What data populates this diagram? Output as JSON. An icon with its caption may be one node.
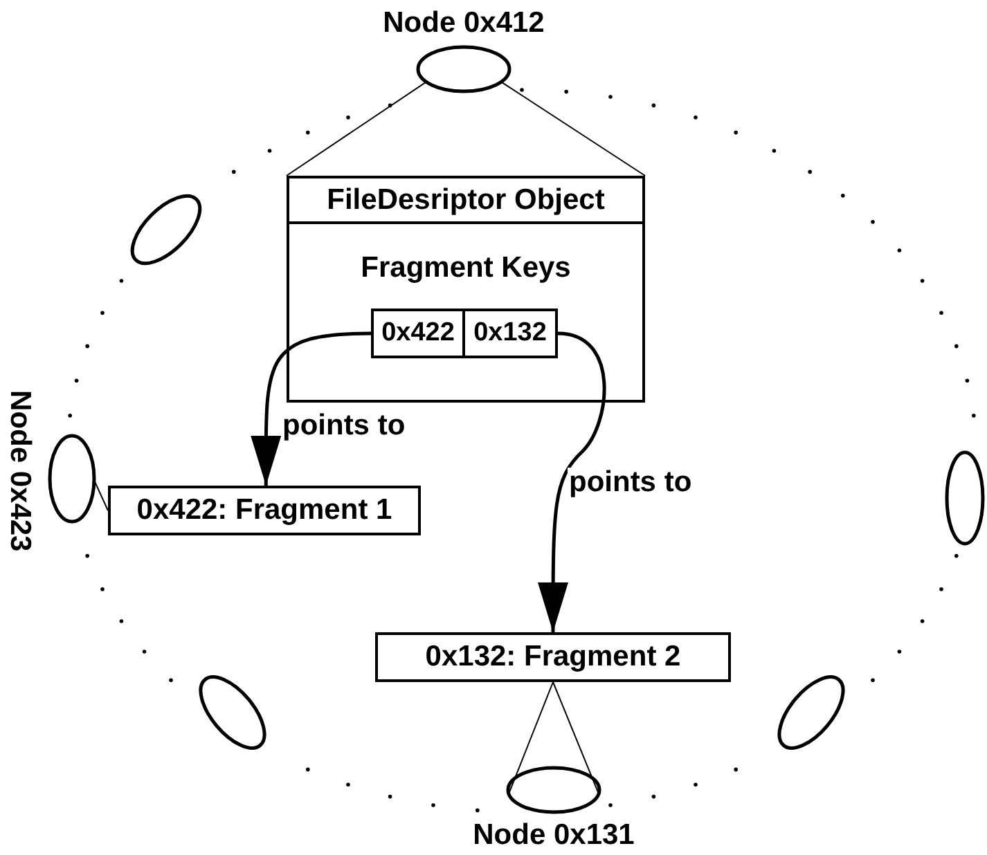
{
  "diagram": {
    "nodes": [
      {
        "text": [
          "FileDesriptor Object",
          "Fragment Keys"
        ]
      },
      {
        "text": [
          "0x422"
        ],
        "in": 0
      },
      {
        "text": [
          "0x132"
        ],
        "in": 0
      },
      {
        "text": [
          "0x422: Fragment 1"
        ]
      },
      {
        "text": [
          "0x132: Fragment 2"
        ]
      },
      {
        "text": [
          "Node 0x412"
        ]
      },
      {
        "text": [
          "Node 0x423"
        ]
      },
      {
        "text": [
          "Node 0x131"
        ]
      },
      {
        "text": [],
        "shape": "ellipse"
      },
      {
        "text": [],
        "shape": "ellipse"
      },
      {
        "text": [],
        "shape": "ellipse"
      },
      {
        "text": [],
        "shape": "ellipse"
      }
    ],
    "edges": [
      {
        "from": 1,
        "to": 3,
        "arrow": "to",
        "label": "points to",
        "style": "thick"
      },
      {
        "from": 2,
        "to": 4,
        "arrow": "to",
        "label": "points to",
        "style": "thick"
      },
      {
        "from": 5,
        "to": 0,
        "arrow": "none"
      },
      {
        "from": 5,
        "to": 0,
        "arrow": "none"
      },
      {
        "from": 6,
        "to": 3,
        "arrow": "none"
      },
      {
        "from": 4,
        "to": 7,
        "arrow": "none"
      },
      {
        "from": 4,
        "to": 7,
        "arrow": "none"
      }
    ]
  }
}
